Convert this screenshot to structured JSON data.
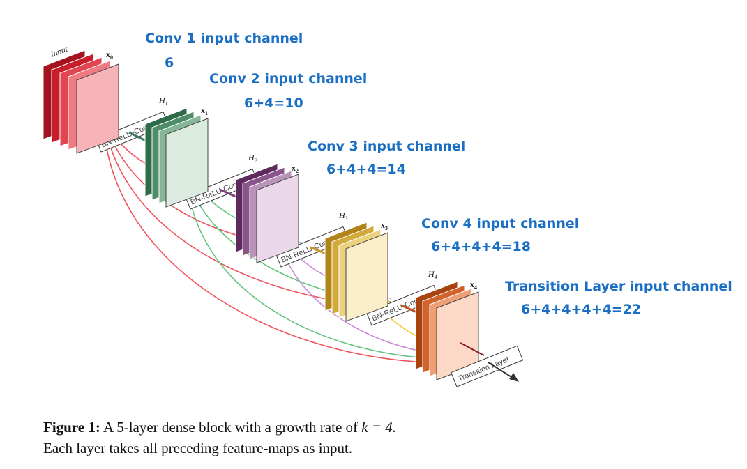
{
  "annotations": {
    "conv1_title": "Conv 1 input channel",
    "conv1_value": "6",
    "conv2_title": "Conv 2 input channel",
    "conv2_value": "6+4=10",
    "conv3_title": "Conv 3 input channel",
    "conv3_value": "6+4+4=14",
    "conv4_title": "Conv 4 input channel",
    "conv4_value": "6+4+4+4=18",
    "transition_title": "Transition Layer input channel",
    "transition_value": "6+4+4+4+4=22"
  },
  "diagram": {
    "input_label": "Input",
    "features": [
      "x0",
      "x1",
      "x2",
      "x3",
      "x4"
    ],
    "functions": [
      "H1",
      "H2",
      "H3",
      "H4"
    ],
    "bn_label": "BN-ReLU-Conv",
    "transition_label": "Transition Layer",
    "colors": {
      "x0": "#c81e2b",
      "x1": "#3d7a5a",
      "x2": "#7b3f7a",
      "x3": "#c99a1e",
      "x4": "#c0501a",
      "arrow_red": "#f0525a",
      "arrow_green": "#5fc47a",
      "arrow_purple": "#c88ad8",
      "arrow_yellow": "#f0c830",
      "annotation": "#1a6fc4"
    }
  },
  "caption": {
    "figure_label": "Figure 1:",
    "text_line1": "A 5-layer dense block with a growth rate of",
    "k_expr": "k = 4.",
    "text_line2": "Each layer takes all preceding feature-maps as input."
  }
}
